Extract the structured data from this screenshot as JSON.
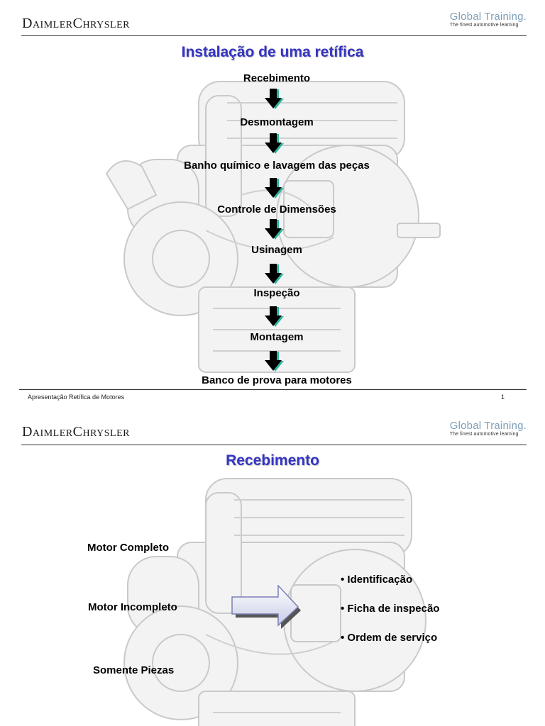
{
  "brand": "DaimlerChrysler",
  "global_training": {
    "title": "Global Training.",
    "subtitle": "The finest automotive learning"
  },
  "slide1": {
    "title": "Instalação de uma retífica",
    "steps": [
      "Recebimento",
      "Desmontagem",
      "Banho químico e lavagem das peças",
      "Controle de Dimensões",
      "Usinagem",
      "Inspeção",
      "Montagem",
      "Banco de prova para motores"
    ],
    "footer": {
      "text": "Apresentação Retífica de Motores",
      "page": "1"
    }
  },
  "slide2": {
    "title": "Recebimento",
    "left_labels": [
      "Motor Completo",
      "Motor Incompleto",
      "Somente Piezas"
    ],
    "bullets": [
      "• Identificação",
      "• Ficha de inspecão",
      "• Ordem de serviço"
    ]
  },
  "colors": {
    "title": "#3434c4",
    "accent_teal": "#2fb5a0",
    "global_training": "#7d9fb9"
  },
  "icons": {
    "step_arrow": "down-arrow-icon",
    "flow_arrow": "right-arrow-icon",
    "background": "engine-illustration"
  }
}
